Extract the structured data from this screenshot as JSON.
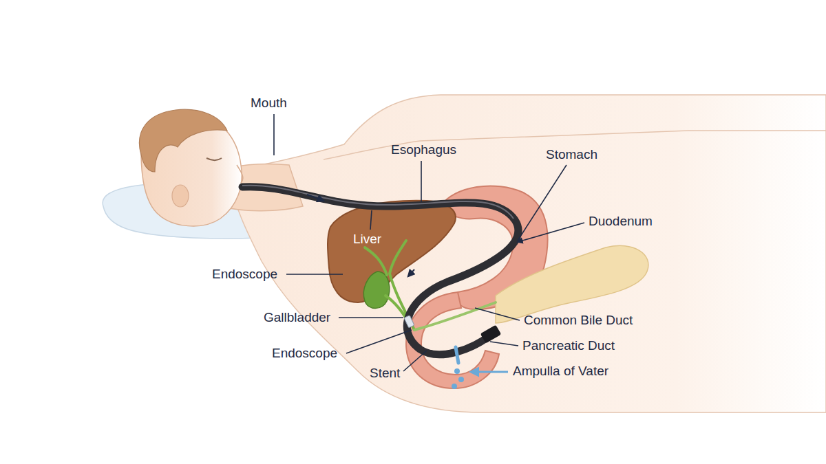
{
  "diagram": {
    "labels": [
      "Mouth",
      "Esophagus",
      "Stomach",
      "Duodenum",
      "Liver",
      "Endoscope",
      "Gallbladder",
      "Common Bile Duct",
      "Endoscope",
      "Pancreatic Duct",
      "Stent",
      "Ampulla of Vater"
    ]
  }
}
